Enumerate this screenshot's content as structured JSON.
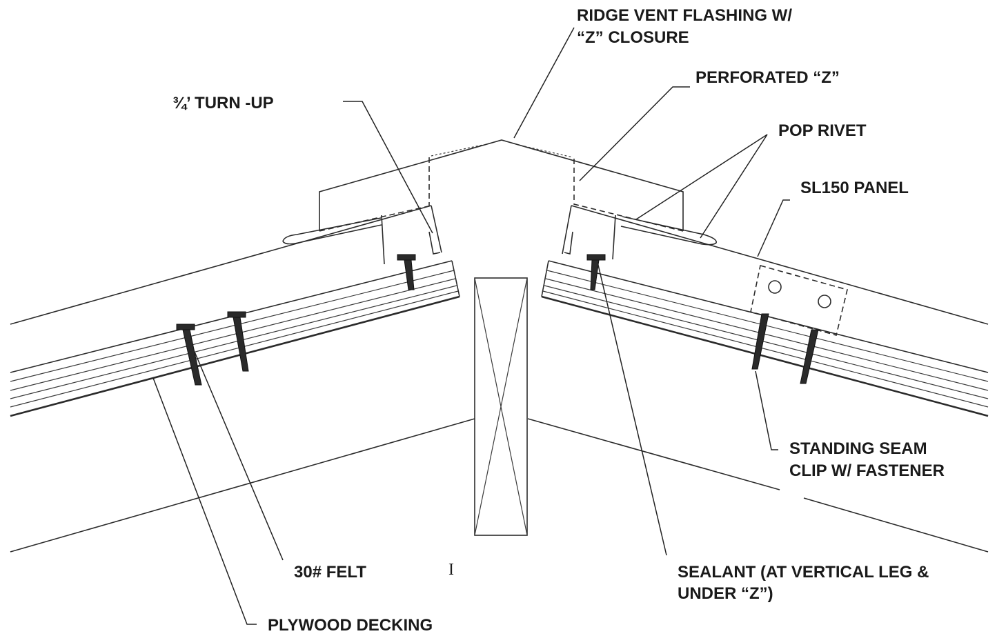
{
  "labels": {
    "ridge_vent_line1": "RIDGE VENT FLASHING W/",
    "ridge_vent_line2": "“Z” CLOSURE",
    "perforated_z": "PERFORATED “Z”",
    "turn_up": "¾’ TURN -UP",
    "pop_rivet": "POP RIVET",
    "panel": "SL150 PANEL",
    "clip_line1": "STANDING SEAM",
    "clip_line2": "CLIP W/ FASTENER",
    "felt": "30# FELT",
    "sealant_line1": "SEALANT (AT VERTICAL LEG &",
    "sealant_line2": "UNDER “Z”)",
    "plywood": "PLYWOOD DECKING",
    "cursor_mark": "I"
  }
}
